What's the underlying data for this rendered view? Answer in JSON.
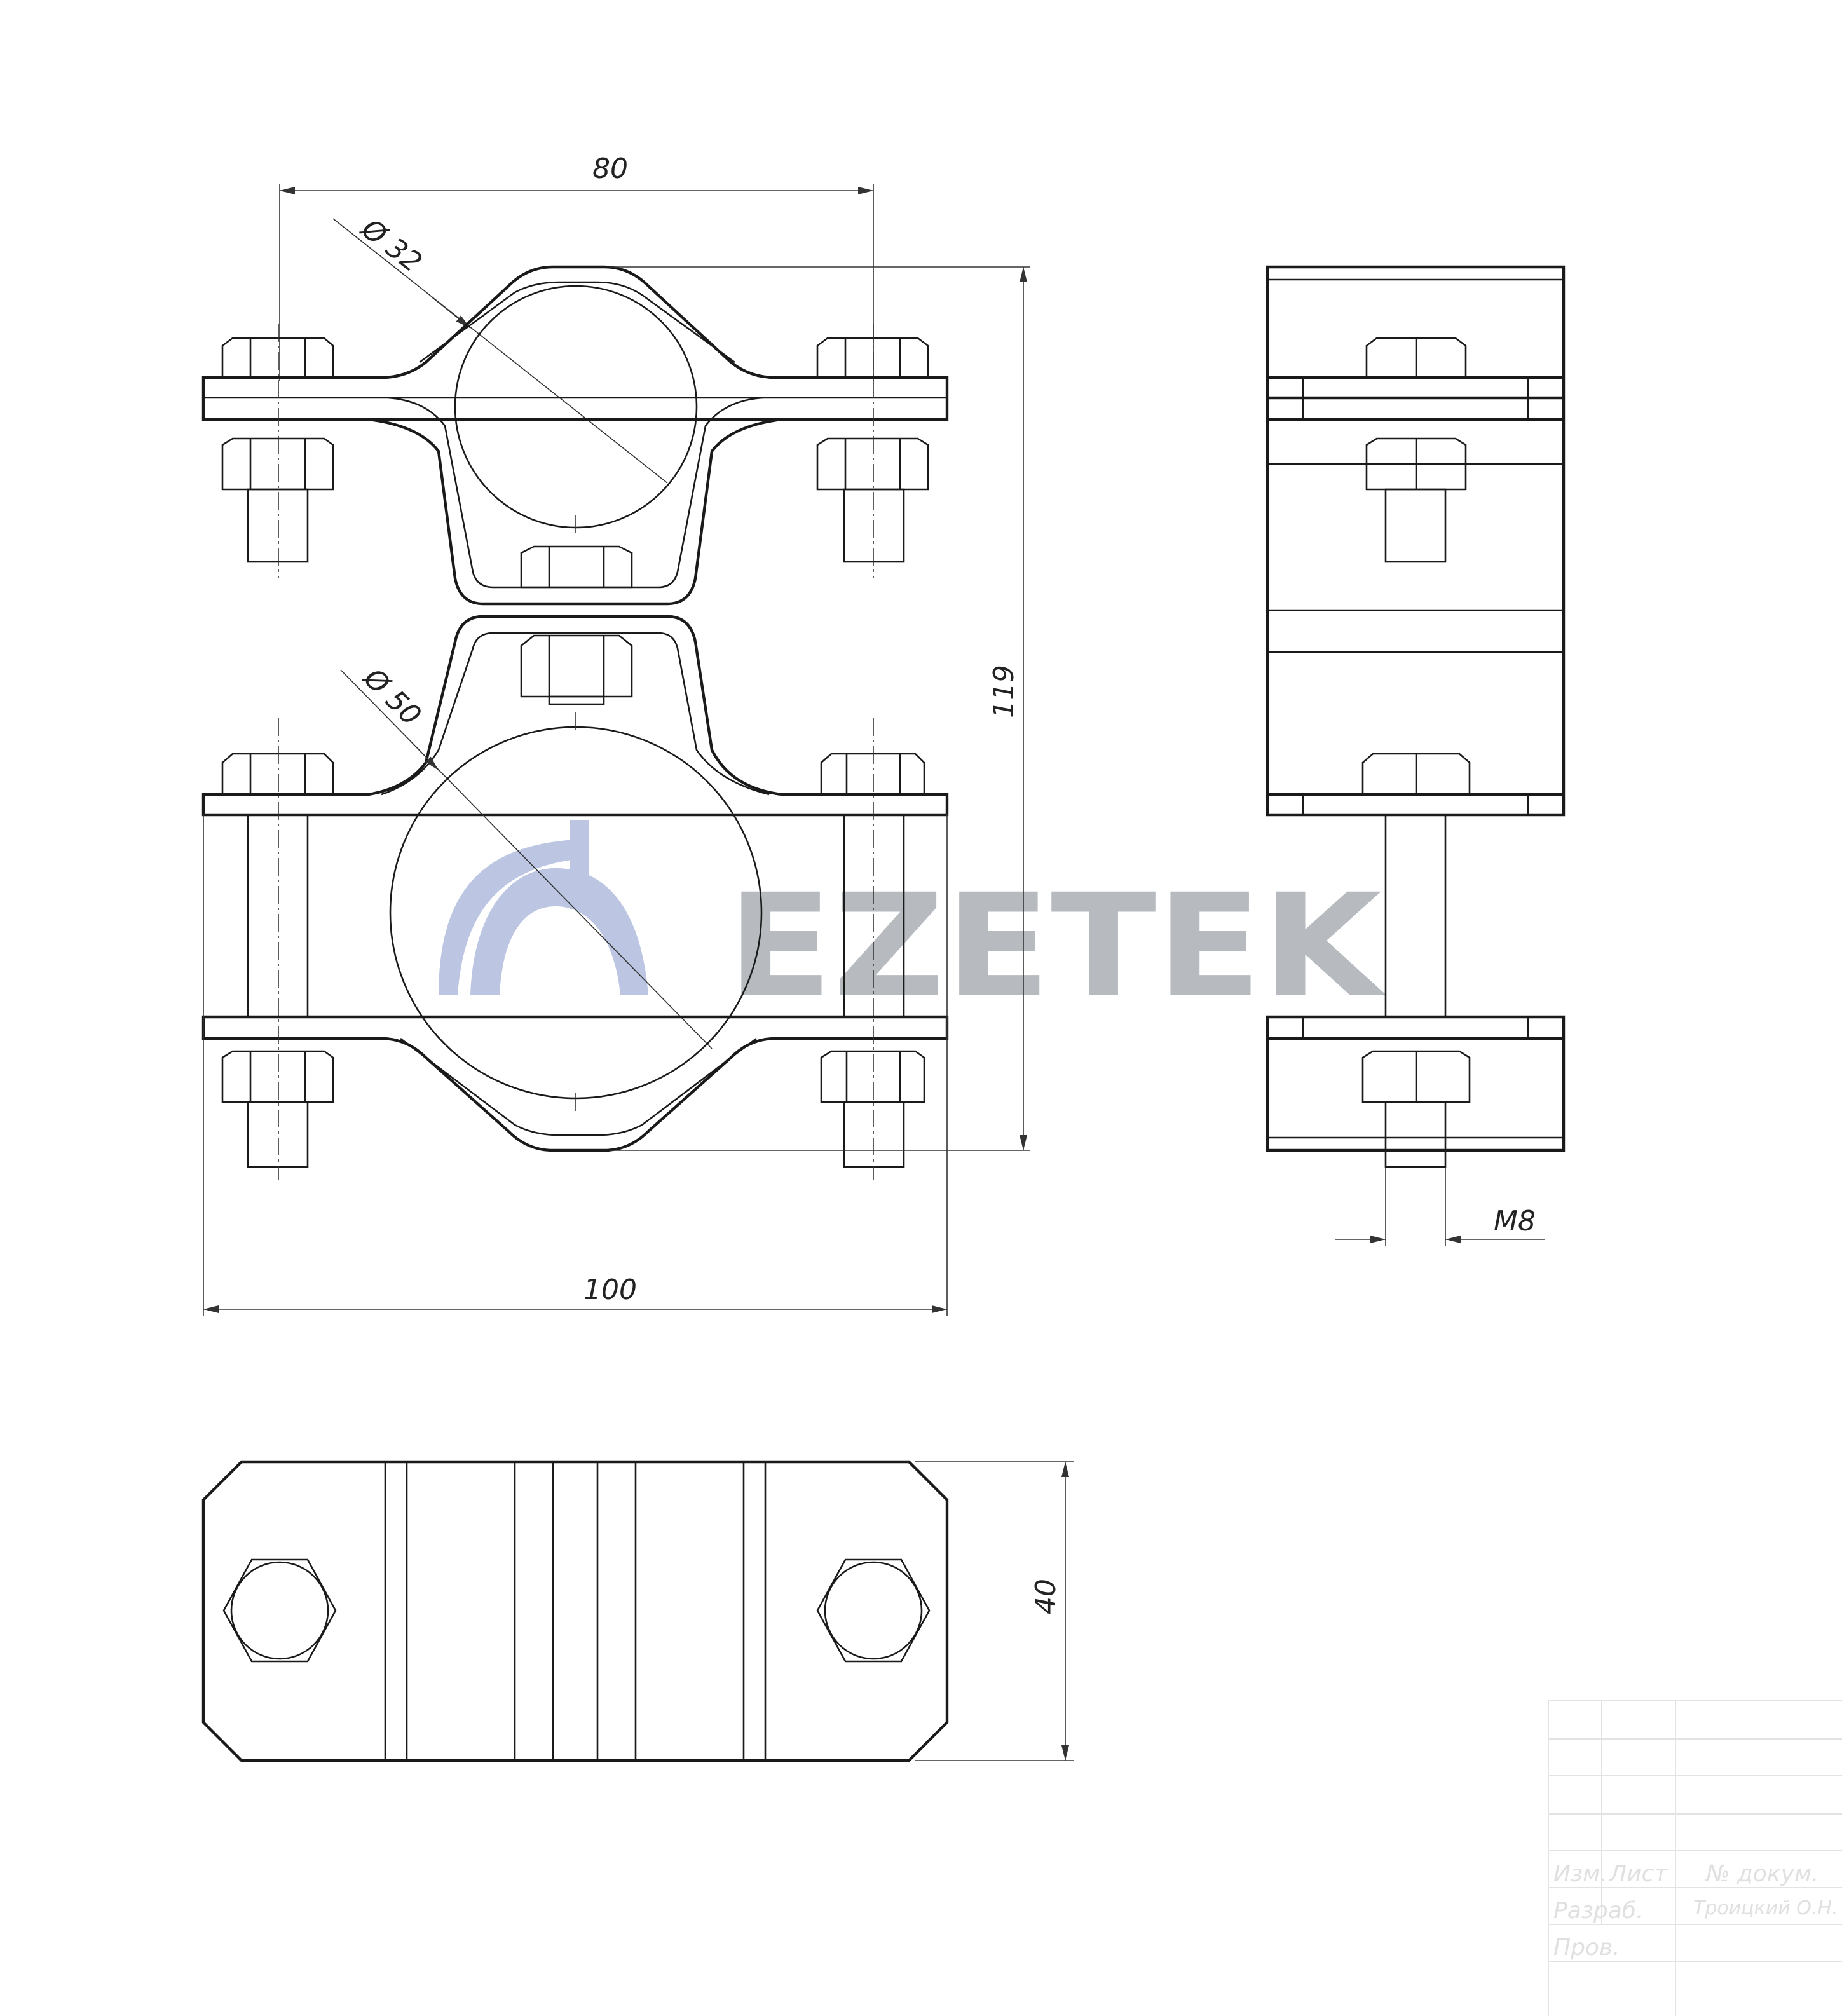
{
  "dimensions": {
    "top_width": "80",
    "small_diameter": "Ø 32",
    "large_diameter": "Ø 50",
    "height": "119",
    "overall_width": "100",
    "thread": "M8",
    "depth": "40"
  },
  "watermark": {
    "text": "EZETEK",
    "blue": "#bcc6e2",
    "gray": "#b7bbc0"
  },
  "title_block": {
    "izm": "Изм.",
    "list": "Лист",
    "doc_no": "№ докум.",
    "developed_label": "Разраб.",
    "developer_name": "Троицкий О.Н.",
    "checked_label": "Пров."
  }
}
